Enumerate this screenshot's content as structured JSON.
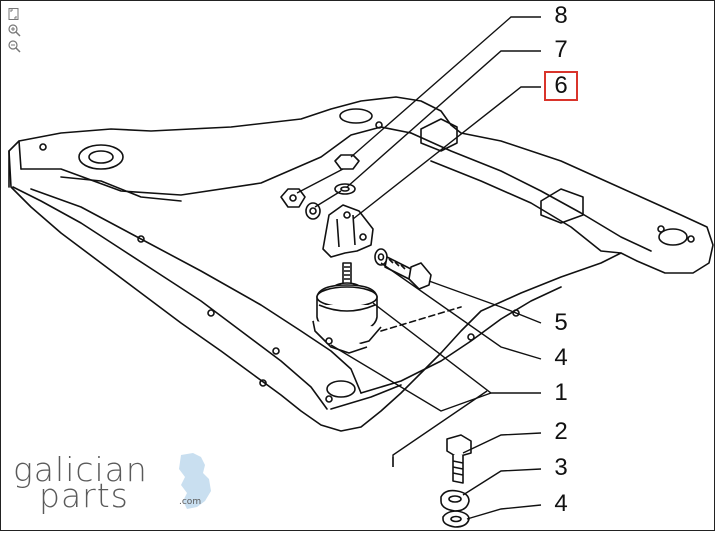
{
  "toolbar": {
    "fit_icon": "fit-page-icon",
    "zoom_in_icon": "zoom-in-icon",
    "zoom_out_icon": "zoom-out-icon"
  },
  "callouts": [
    {
      "id": "8",
      "label": "8"
    },
    {
      "id": "7",
      "label": "7"
    },
    {
      "id": "6",
      "label": "6",
      "selected": true
    },
    {
      "id": "5",
      "label": "5"
    },
    {
      "id": "4a",
      "label": "4"
    },
    {
      "id": "1",
      "label": "1"
    },
    {
      "id": "2",
      "label": "2"
    },
    {
      "id": "3",
      "label": "3"
    },
    {
      "id": "4b",
      "label": "4"
    }
  ],
  "colors": {
    "selected_border": "#d9342b",
    "line": "#111111",
    "logo_text": "#5a5a5a",
    "logo_mark": "#c9dff0"
  },
  "logo": {
    "line1": "galician",
    "line2": "parts",
    "tld": ".com"
  }
}
